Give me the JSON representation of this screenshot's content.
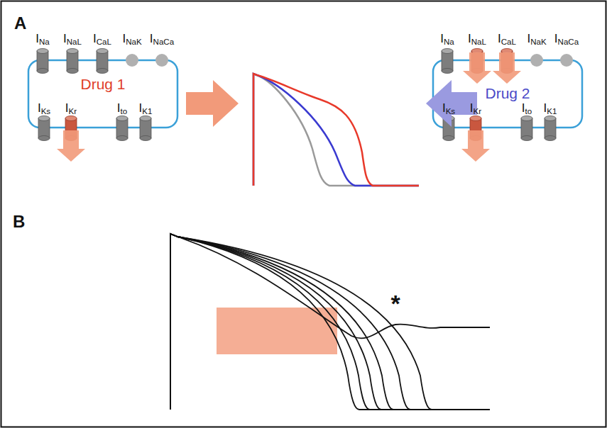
{
  "diagram": {
    "nodes": [
      {
        "text": [
          "Drug 1"
        ]
      },
      {
        "text": [
          "Drug 2"
        ]
      }
    ],
    "labels": [
      "A",
      "INa",
      "INaL",
      "ICaL",
      "INaK",
      "INaCa",
      "IKs",
      "IKr",
      "Ito",
      "IK1",
      "INa",
      "INaL",
      "ICaL",
      "INaK",
      "INaCa",
      "IKs",
      "IKr",
      "Ito",
      "IK1",
      "B",
      "*"
    ]
  }
}
